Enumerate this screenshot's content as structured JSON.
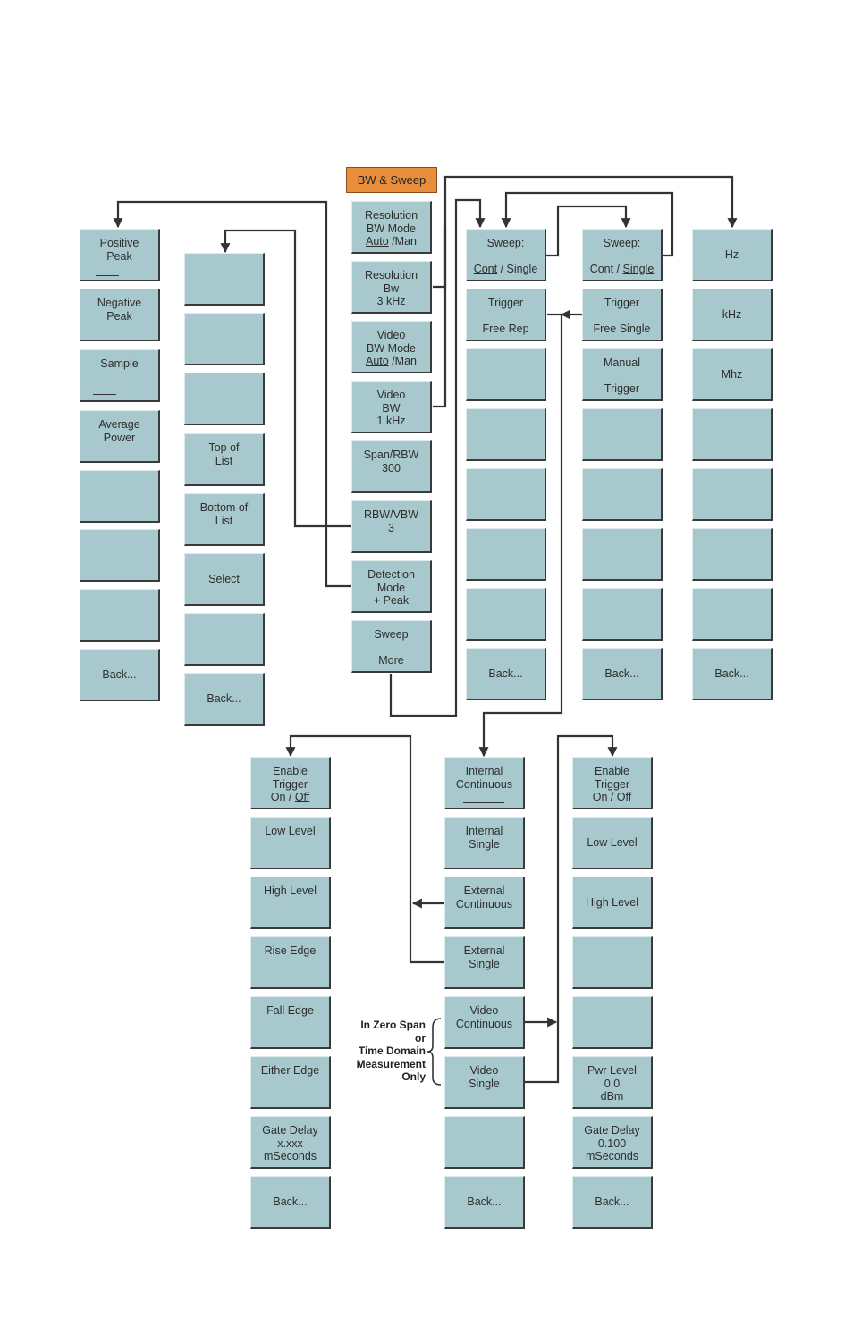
{
  "title": "BW & Sweep",
  "zero_span_note": [
    "In Zero Span",
    "or",
    "Time  Domain",
    "Measurement",
    "Only"
  ],
  "detection_menu": {
    "keys": [
      [
        "Positive",
        "Peak"
      ],
      [
        "Negative",
        "Peak"
      ],
      [
        "Sample"
      ],
      [
        "Average",
        "Power"
      ],
      [],
      [],
      [],
      [
        "Back..."
      ]
    ]
  },
  "list_menu": {
    "keys": [
      [],
      [],
      [],
      [
        "Top of",
        "List"
      ],
      [
        "Bottom of",
        "List"
      ],
      [
        "Select"
      ],
      [],
      [
        "Back..."
      ]
    ]
  },
  "bw_sweep_menu": {
    "keys": [
      [
        "Resolution",
        "BW Mode",
        "Auto /Man"
      ],
      [
        "Resolution",
        "Bw",
        "3 kHz"
      ],
      [
        "Video",
        "BW Mode",
        "Auto /Man"
      ],
      [
        "Video",
        "BW",
        "1 kHz"
      ],
      [
        "Span/RBW",
        "300"
      ],
      [
        "RBW/VBW",
        "3"
      ],
      [
        "Detection",
        "Mode",
        "+ Peak"
      ],
      [
        "Sweep",
        "More"
      ]
    ]
  },
  "sweep_menu_1": {
    "keys": [
      [
        "Sweep:",
        "Cont / Single"
      ],
      [
        "Trigger",
        "Free Rep"
      ],
      [],
      [],
      [],
      [],
      [],
      [
        "Back..."
      ]
    ]
  },
  "sweep_menu_2": {
    "keys": [
      [
        "Sweep:",
        "Cont / Single"
      ],
      [
        "Trigger",
        "Free Single"
      ],
      [
        "Manual",
        "Trigger"
      ],
      [],
      [],
      [],
      [],
      [
        "Back..."
      ]
    ]
  },
  "units_menu": {
    "keys": [
      [
        "Hz"
      ],
      [
        "kHz"
      ],
      [
        "Mhz"
      ],
      [],
      [],
      [],
      [],
      [
        "Back..."
      ]
    ]
  },
  "ext_trigger_menu": {
    "keys": [
      [
        "Enable",
        "Trigger",
        "On / Off"
      ],
      [
        "Low Level"
      ],
      [
        "High Level"
      ],
      [
        "Rise Edge"
      ],
      [
        "Fall Edge"
      ],
      [
        "Either Edge"
      ],
      [
        "Gate Delay",
        "x.xxx",
        "mSeconds"
      ],
      [
        "Back..."
      ]
    ]
  },
  "trigger_source_menu": {
    "keys": [
      [
        "Internal",
        "Continuous"
      ],
      [
        "Internal",
        "Single"
      ],
      [
        "External",
        "Continuous"
      ],
      [
        "External",
        "Single"
      ],
      [
        "Video",
        "Continuous"
      ],
      [
        "Video",
        "Single"
      ],
      [],
      [
        "Back..."
      ]
    ]
  },
  "video_trigger_menu": {
    "keys": [
      [
        "Enable",
        "Trigger",
        "On / Off"
      ],
      [
        "Low Level"
      ],
      [
        "High Level"
      ],
      [],
      [],
      [
        "Pwr Level",
        "0.0",
        "dBm"
      ],
      [
        "Gate Delay",
        "0.100",
        "mSeconds"
      ],
      [
        "Back..."
      ]
    ]
  }
}
